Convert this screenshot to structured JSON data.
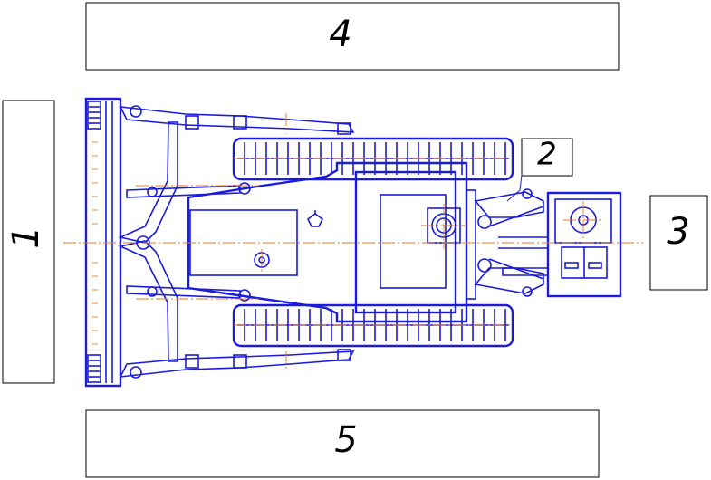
{
  "labels": {
    "l1": "1",
    "l2": "2",
    "l3": "3",
    "l4": "4",
    "l5": "5"
  },
  "colors": {
    "outline": "#1b1bdc",
    "centerline": "#e07a2a",
    "frame": "#000000"
  }
}
